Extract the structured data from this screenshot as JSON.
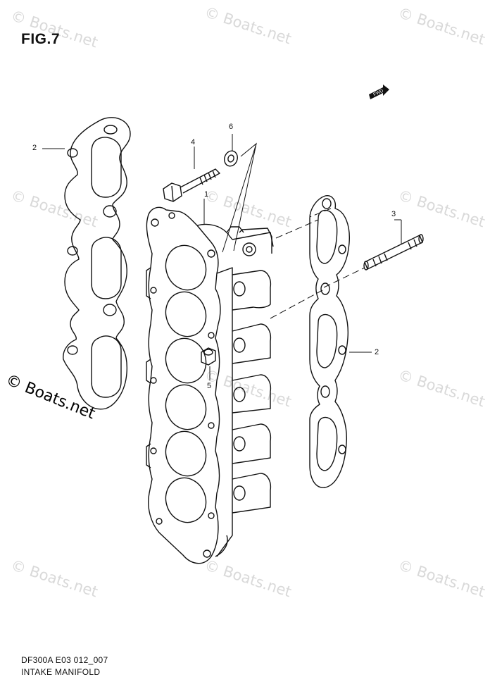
{
  "figure": {
    "label": "FIG.7"
  },
  "watermark": {
    "text": "© Boats.net",
    "primary_text": "© Boats.net"
  },
  "fwd_marker": {
    "label": "FWD"
  },
  "callouts": [
    {
      "id": "c1",
      "number": "1"
    },
    {
      "id": "c2a",
      "number": "2"
    },
    {
      "id": "c2b",
      "number": "2"
    },
    {
      "id": "c3",
      "number": "3"
    },
    {
      "id": "c4",
      "number": "4"
    },
    {
      "id": "c5",
      "number": "5"
    },
    {
      "id": "c6",
      "number": "6"
    }
  ],
  "footer": {
    "code": "DF300A E03 012_007",
    "title": "INTAKE MANIFOLD"
  },
  "colors": {
    "line": "#111111",
    "watermark": "#d9d9d9"
  }
}
